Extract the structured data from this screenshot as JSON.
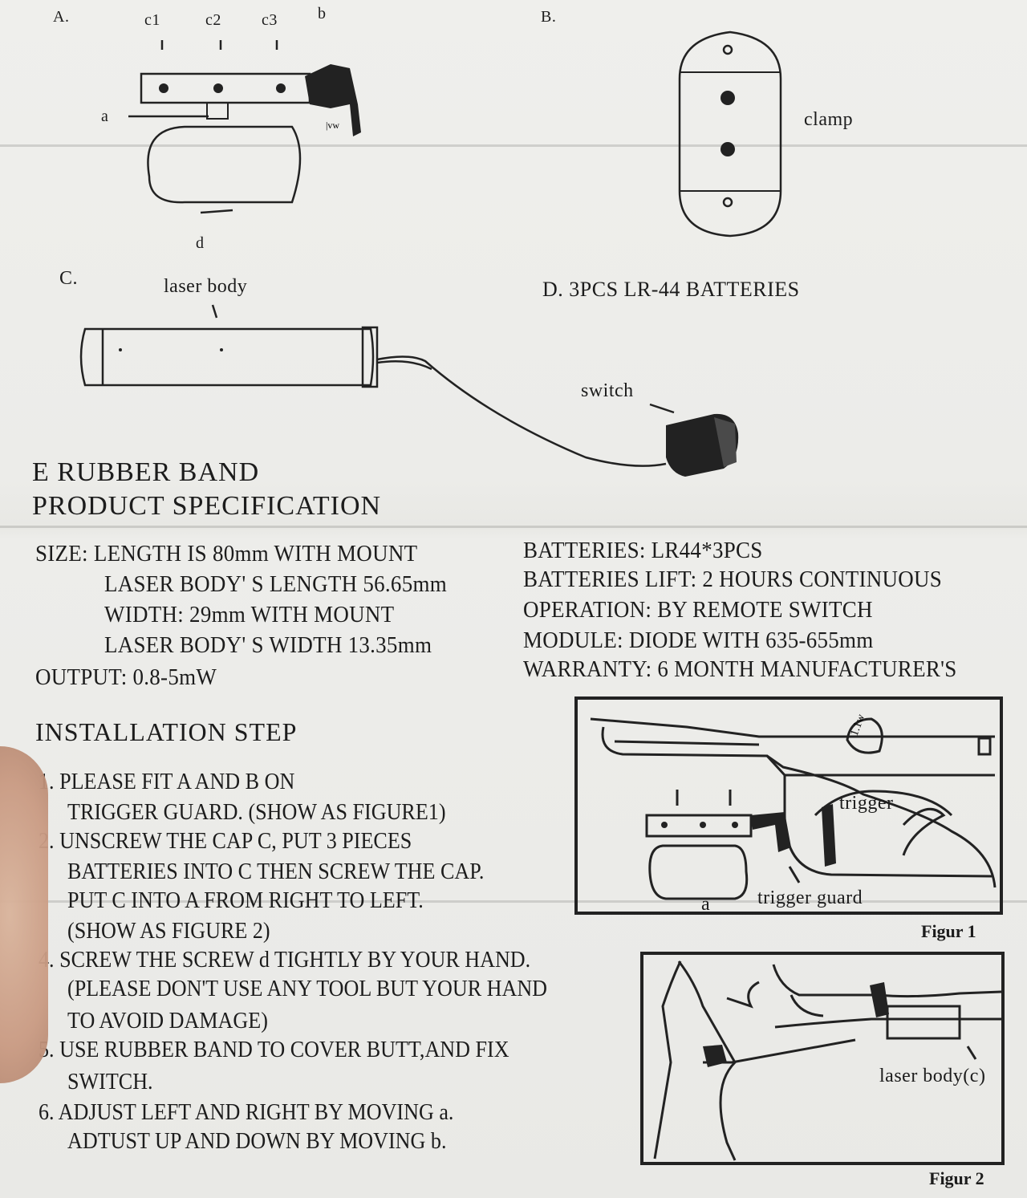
{
  "figures": {
    "a": {
      "label": "A.",
      "callouts": [
        "c1",
        "c2",
        "c3",
        "b",
        "a",
        "d"
      ]
    },
    "b": {
      "label": "B.",
      "clamp_label": "clamp"
    },
    "c": {
      "label": "C.",
      "laser_body_label": "laser body",
      "switch_label": "switch"
    },
    "d": {
      "label": "D. 3PCS  LR-44  BATTERIES"
    },
    "e": {
      "label": "E RUBBER BAND"
    }
  },
  "spec": {
    "title": "PRODUCT SPECIFICATION",
    "left": [
      "SIZE: LENGTH IS 80mm WITH MOUNT",
      "LASER BODY' S LENGTH 56.65mm",
      "WIDTH:  29mm WITH MOUNT",
      "LASER BODY' S WIDTH 13.35mm",
      "OUTPUT:  0.8-5mW"
    ],
    "right": [
      "BATTERIES:  LR44*3PCS",
      "BATTERIES  LIFT:  2 HOURS CONTINUOUS",
      "OPERATION:  BY  REMOTE  SWITCH",
      "MODULE:  DIODE WITH 635-655mm",
      "WARRANTY:  6 MONTH MANUFACTURER'S"
    ]
  },
  "install": {
    "title": "INSTALLATION  STEP",
    "lines": [
      "1.  PLEASE FIT A AND B ON",
      "TRIGGER GUARD.  (SHOW AS FIGURE1)",
      "2.  UNSCREW THE CAP C, PUT 3 PIECES",
      "BATTERIES INTO C THEN SCREW THE CAP.",
      "PUT C INTO A FROM RIGHT TO LEFT.",
      "(SHOW  AS  FIGURE  2)",
      "4.  SCREW THE SCREW d TIGHTLY BY YOUR HAND.",
      "(PLEASE DON'T USE ANY TOOL BUT YOUR HAND",
      "TO AVOID DAMAGE)",
      "5.  USE RUBBER BAND TO COVER BUTT,AND FIX",
      "SWITCH.",
      "6.  ADJUST LEFT AND RIGHT BY MOVING a.",
      "ADTUST UP AND DOWN BY MOVING b."
    ]
  },
  "figure1": {
    "trigger_label": "trigger",
    "trigger_guard_label": "trigger guard",
    "a_label": "a",
    "caption": "Figur 1"
  },
  "figure2": {
    "laser_body_label": "laser body(c)",
    "caption": "Figur 2"
  },
  "colors": {
    "paper": "#ecece9",
    "ink": "#1c1c1c"
  }
}
